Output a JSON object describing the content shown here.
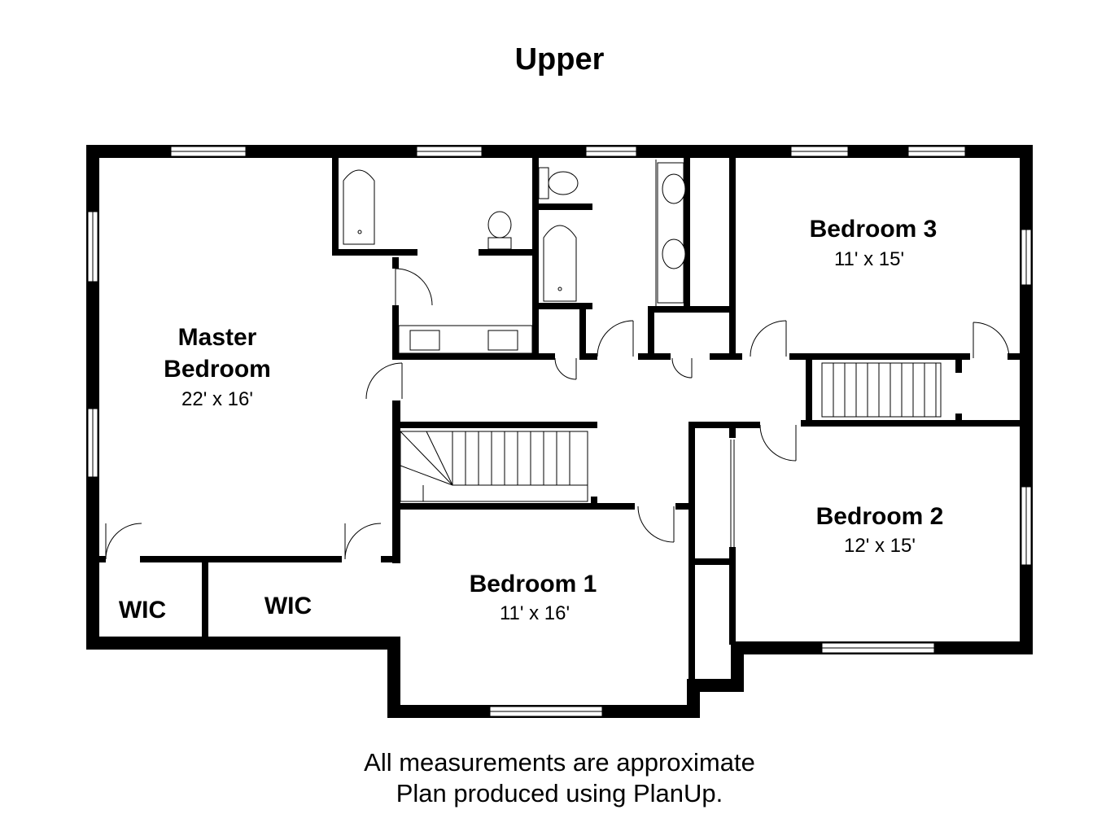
{
  "floor": {
    "title": "Upper"
  },
  "rooms": {
    "master": {
      "name_line1": "Master",
      "name_line2": "Bedroom",
      "dims": "22' x 16'"
    },
    "bedroom1": {
      "name": "Bedroom 1",
      "dims": "11' x 16'"
    },
    "bedroom2": {
      "name": "Bedroom 2",
      "dims": "12' x 15'"
    },
    "bedroom3": {
      "name": "Bedroom 3",
      "dims": "11' x 15'"
    },
    "wic_left": {
      "name": "WIC"
    },
    "wic_right": {
      "name": "WIC"
    }
  },
  "footer": {
    "line1": "All measurements are approximate",
    "line2": "Plan produced using PlanUp."
  }
}
